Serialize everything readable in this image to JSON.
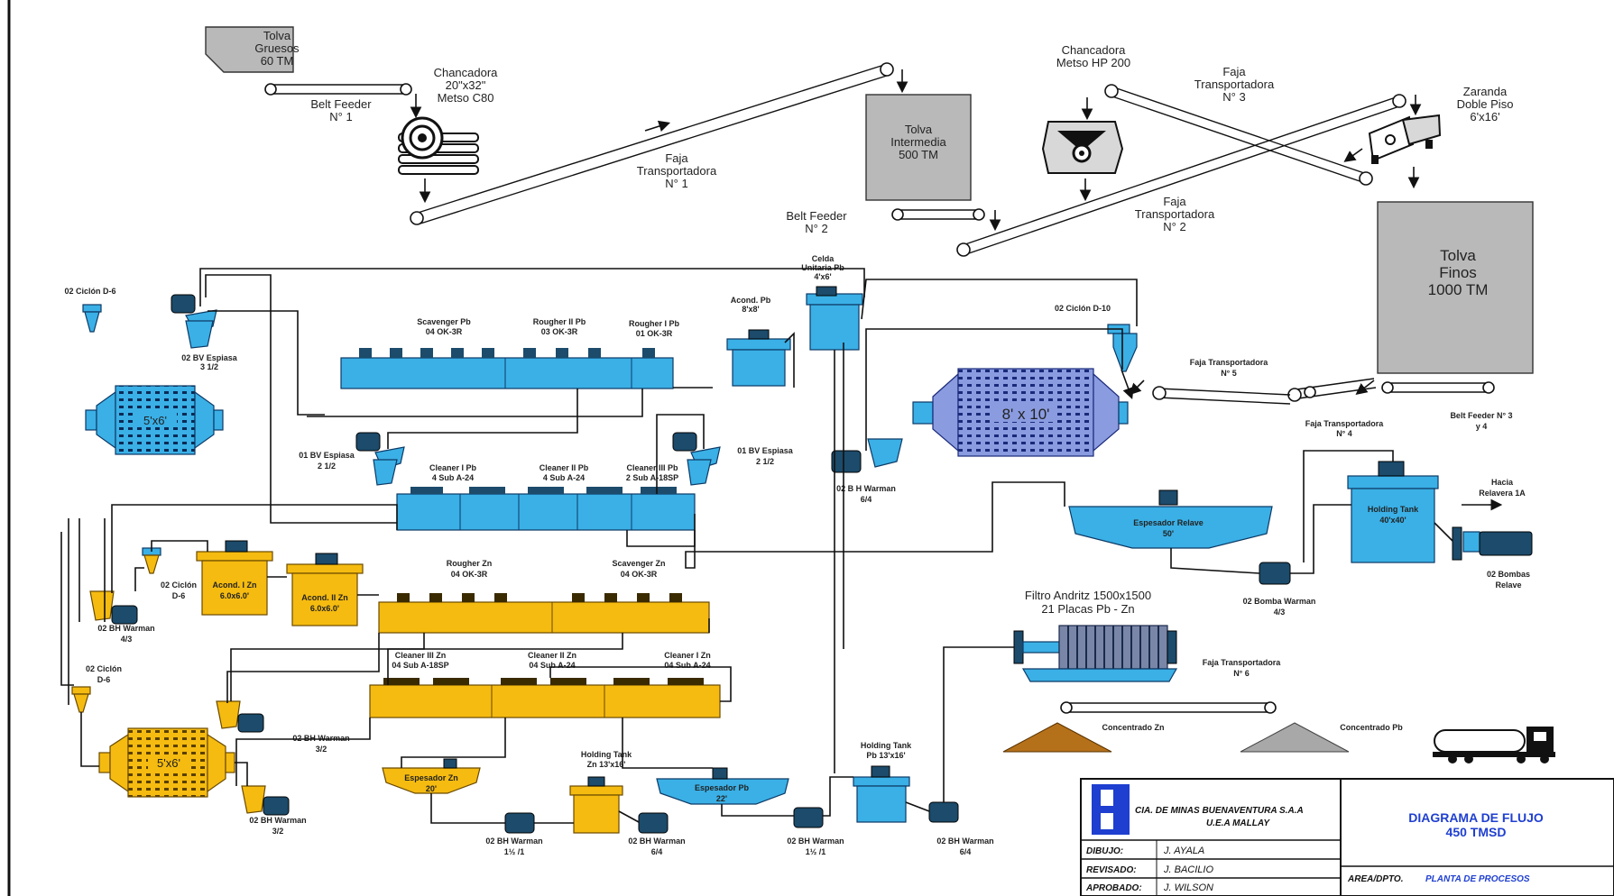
{
  "labels": {
    "tolva_gruesos": [
      "Tolva",
      "Gruesos",
      "60 TM"
    ],
    "chancadora1": [
      "Chancadora",
      "20\"x32\"",
      "Metso C80"
    ],
    "belt_feeder1": [
      "Belt Feeder",
      "N° 1"
    ],
    "faja1": [
      "Faja",
      "Transportadora",
      "N° 1"
    ],
    "tolva_intermedia": [
      "Tolva",
      "Intermedia",
      "500 TM"
    ],
    "belt_feeder2": [
      "Belt Feeder",
      "N° 2"
    ],
    "chancadora2": [
      "Chancadora",
      "Metso HP 200"
    ],
    "faja3": [
      "Faja",
      "Transportadora",
      "N° 3"
    ],
    "faja2": [
      "Faja",
      "Transportadora",
      "N° 2"
    ],
    "zaranda": [
      "Zaranda",
      "Doble Piso",
      "6'x16'"
    ],
    "tolva_finos": [
      "Tolva",
      "Finos",
      "1000 TM"
    ],
    "ciclon_d6_a": "02 Ciclón D-6",
    "bv_espiasa_top": [
      "02 BV Espiasa",
      "3 1/2"
    ],
    "scavenger_pb": [
      "Scavenger Pb",
      "04 OK-3R"
    ],
    "rougher2_pb": [
      "Rougher II Pb",
      "03 OK-3R"
    ],
    "rougher1_pb": [
      "Rougher I Pb",
      "01 OK-3R"
    ],
    "acond_pb": [
      "Acond. Pb",
      "8'x8'"
    ],
    "celda_unitaria": [
      "Celda",
      "Unitaria Pb",
      "4'x6'"
    ],
    "ciclon_d10": "02 Ciclón D-10",
    "faja5": [
      "Faja Transportadora",
      "N° 5"
    ],
    "faja4": [
      "Faja Transportadora",
      "N° 4"
    ],
    "belt_feeder34": [
      "Belt Feeder N° 3",
      "y 4"
    ],
    "mill_5x6_top": "5'x6'",
    "mill_8x10": "8' x 10'",
    "bv_espiasa_left": [
      "01 BV Espiasa",
      "2 1/2"
    ],
    "bv_espiasa_right": [
      "01 BV Espiasa",
      "2 1/2"
    ],
    "cleaner1_pb": [
      "Cleaner I Pb",
      "4 Sub A-24"
    ],
    "cleaner2_pb": [
      "Cleaner II Pb",
      "4 Sub A-24"
    ],
    "cleaner3_pb": [
      "Cleaner III Pb",
      "2 Sub A-18SP"
    ],
    "bh_warman_66": [
      "02 B H Warman",
      "6/4"
    ],
    "espesador_relave": [
      "Espesador Relave",
      "50'"
    ],
    "holding_tank_big": [
      "Holding Tank",
      "40'x40'"
    ],
    "hacia_relavera": [
      "Hacia",
      "Relavera 1A"
    ],
    "bombas_relave": [
      "02 Bombas",
      "Relave"
    ],
    "bomba_warman_43": [
      "02 Bomba Warman",
      "4/3"
    ],
    "ciclon_d6_b": [
      "02 Ciclón",
      "D-6"
    ],
    "acond1_zn": [
      "Acond. I Zn",
      "6.0x6.0'"
    ],
    "acond2_zn": [
      "Acond. II Zn",
      "6.0x6.0'"
    ],
    "rougher_zn": [
      "Rougher Zn",
      "04 OK-3R"
    ],
    "scavenger_zn": [
      "Scavenger Zn",
      "04 OK-3R"
    ],
    "bh_warman_43": [
      "02 BH Warman",
      "4/3"
    ],
    "filtro": [
      "Filtro Andritz 1500x1500",
      "21 Placas Pb - Zn"
    ],
    "faja6": [
      "Faja Transportadora",
      "N° 6"
    ],
    "ciclon_d6_c": [
      "02 Ciclón",
      "D-6"
    ],
    "cleaner3_zn": [
      "Cleaner III Zn",
      "04 Sub A-18SP"
    ],
    "cleaner2_zn": [
      "Cleaner II Zn",
      "04 Sub A-24"
    ],
    "cleaner1_zn": [
      "Cleaner I Zn",
      "04 Sub A-24"
    ],
    "concentrado_zn": "Concentrado Zn",
    "concentrado_pb": "Concentrado Pb",
    "mill_5x6_bottom": "5'x6'",
    "bh_warman_32a": [
      "02 BH Warman",
      "3/2"
    ],
    "bh_warman_32b": [
      "02 BH Warman",
      "3/2"
    ],
    "espesador_zn": [
      "Espesador Zn",
      "20'"
    ],
    "holding_tank_zn": [
      "Holding Tank",
      "Zn 13'x16'"
    ],
    "espesador_pb": [
      "Espesador Pb",
      "22'"
    ],
    "holding_tank_pb": [
      "Holding Tank",
      "Pb 13'x16'"
    ],
    "bh_warman_1151": [
      "02 BH Warman",
      "1½ /1"
    ],
    "bh_warman_64a": [
      "02 BH Warman",
      "6/4"
    ],
    "bh_warman_1151b": [
      "02 BH Warman",
      "1½ /1"
    ],
    "bh_warman_64b": [
      "02 BH Warman",
      "6/4"
    ]
  },
  "title_block": {
    "company": "CIA. DE MINAS BUENAVENTURA S.A.A",
    "unit": "U.E.A MALLAY",
    "drawing_title": [
      "DIAGRAMA DE FLUJO",
      "450 TMSD"
    ],
    "dibujo_label": "DIBUJO:",
    "dibujo_value": "J. AYALA",
    "revisado_label": "REVISADO:",
    "revisado_value": "J. BACILIO",
    "aprobado_label": "APROBADO:",
    "aprobado_value": "J. WILSON",
    "area_label": "AREA/DPTO.",
    "area_value": "PLANTA DE PROCESOS"
  }
}
